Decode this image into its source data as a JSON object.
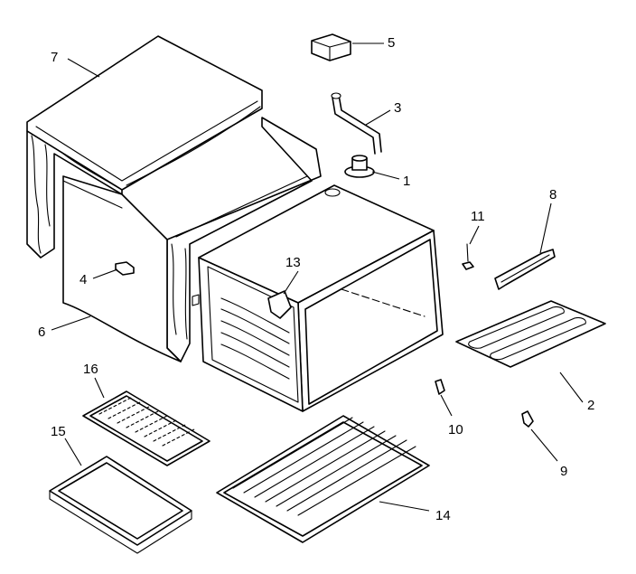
{
  "diagram": {
    "callouts": [
      {
        "id": "c1",
        "label": "1"
      },
      {
        "id": "c2",
        "label": "2"
      },
      {
        "id": "c3",
        "label": "3"
      },
      {
        "id": "c4",
        "label": "4"
      },
      {
        "id": "c5",
        "label": "5"
      },
      {
        "id": "c6",
        "label": "6"
      },
      {
        "id": "c7",
        "label": "7"
      },
      {
        "id": "c8",
        "label": "8"
      },
      {
        "id": "c9",
        "label": "9"
      },
      {
        "id": "c10",
        "label": "10"
      },
      {
        "id": "c11",
        "label": "11"
      },
      {
        "id": "c13",
        "label": "13"
      },
      {
        "id": "c14",
        "label": "14"
      },
      {
        "id": "c15",
        "label": "15"
      },
      {
        "id": "c16",
        "label": "16"
      }
    ]
  }
}
